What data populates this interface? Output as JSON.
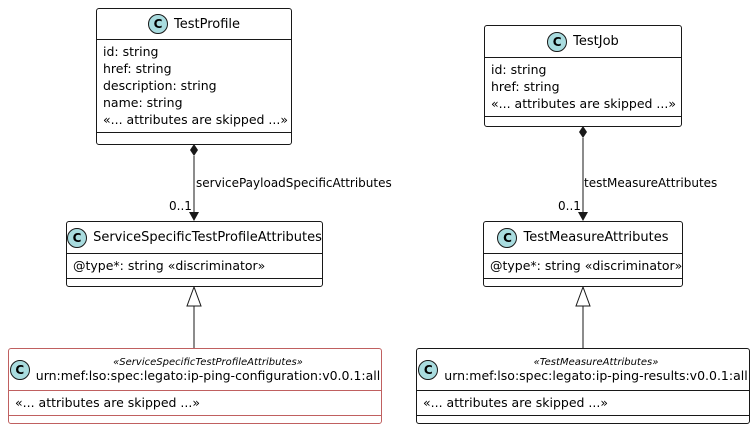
{
  "classes": {
    "test_profile": {
      "title": "TestProfile",
      "attributes": [
        "id: string",
        "href: string",
        "description: string",
        "name: string",
        "«... attributes are skipped ...»"
      ]
    },
    "test_job": {
      "title": "TestJob",
      "attributes": [
        "id: string",
        "href: string",
        "«... attributes are skipped ...»"
      ]
    },
    "service_specific": {
      "title": "ServiceSpecificTestProfileAttributes",
      "attributes": [
        "@type*: string «discriminator»"
      ]
    },
    "test_measure": {
      "title": "TestMeasureAttributes",
      "attributes": [
        "@type*: string «discriminator»"
      ]
    },
    "ping_config": {
      "stereotype": "«ServiceSpecificTestProfileAttributes»",
      "title": "urn:mef:lso:spec:legato:ip-ping-configuration:v0.0.1:all",
      "attributes": [
        "«... attributes are skipped ...»"
      ]
    },
    "ping_results": {
      "stereotype": "«TestMeasureAttributes»",
      "title": "urn:mef:lso:spec:legato:ip-ping-results:v0.0.1:all",
      "attributes": [
        "«... attributes are skipped ...»"
      ]
    }
  },
  "class_icon_letter": "C",
  "relations": {
    "left_composition": {
      "role": "servicePayloadSpecificAttributes",
      "multiplicity": "0..1"
    },
    "right_composition": {
      "role": "testMeasureAttributes",
      "multiplicity": "0..1"
    }
  },
  "colors": {
    "class_icon_fill": "#a9dcdf",
    "border": "#181818",
    "highlight_border": "#c06060"
  }
}
